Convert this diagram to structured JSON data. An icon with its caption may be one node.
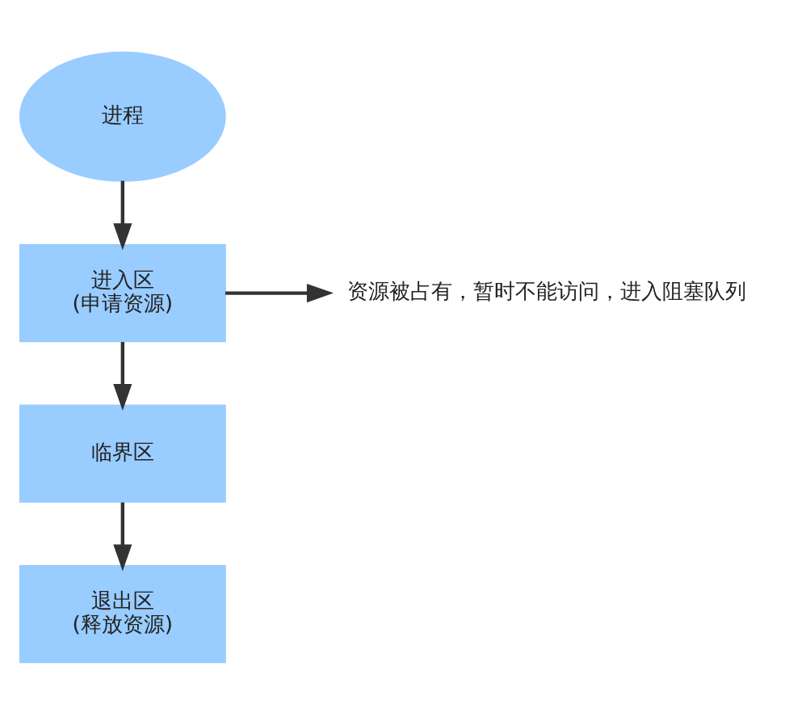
{
  "diagram": {
    "nodes": [
      {
        "text": [
          "进程"
        ]
      },
      {
        "text": [
          "进入区",
          "(申请资源)"
        ]
      },
      {
        "text": [
          "临界区"
        ]
      },
      {
        "text": [
          "退出区",
          "(释放资源)"
        ]
      },
      {
        "text": [
          "资源被占有，暂时不能访问，进入阻塞队列"
        ]
      }
    ],
    "edges": [
      {
        "from": 0,
        "to": 1,
        "arrow": "to"
      },
      {
        "from": 1,
        "to": 4,
        "arrow": "to"
      },
      {
        "from": 1,
        "to": 2,
        "arrow": "to"
      },
      {
        "from": 2,
        "to": 3,
        "arrow": "to"
      }
    ]
  }
}
